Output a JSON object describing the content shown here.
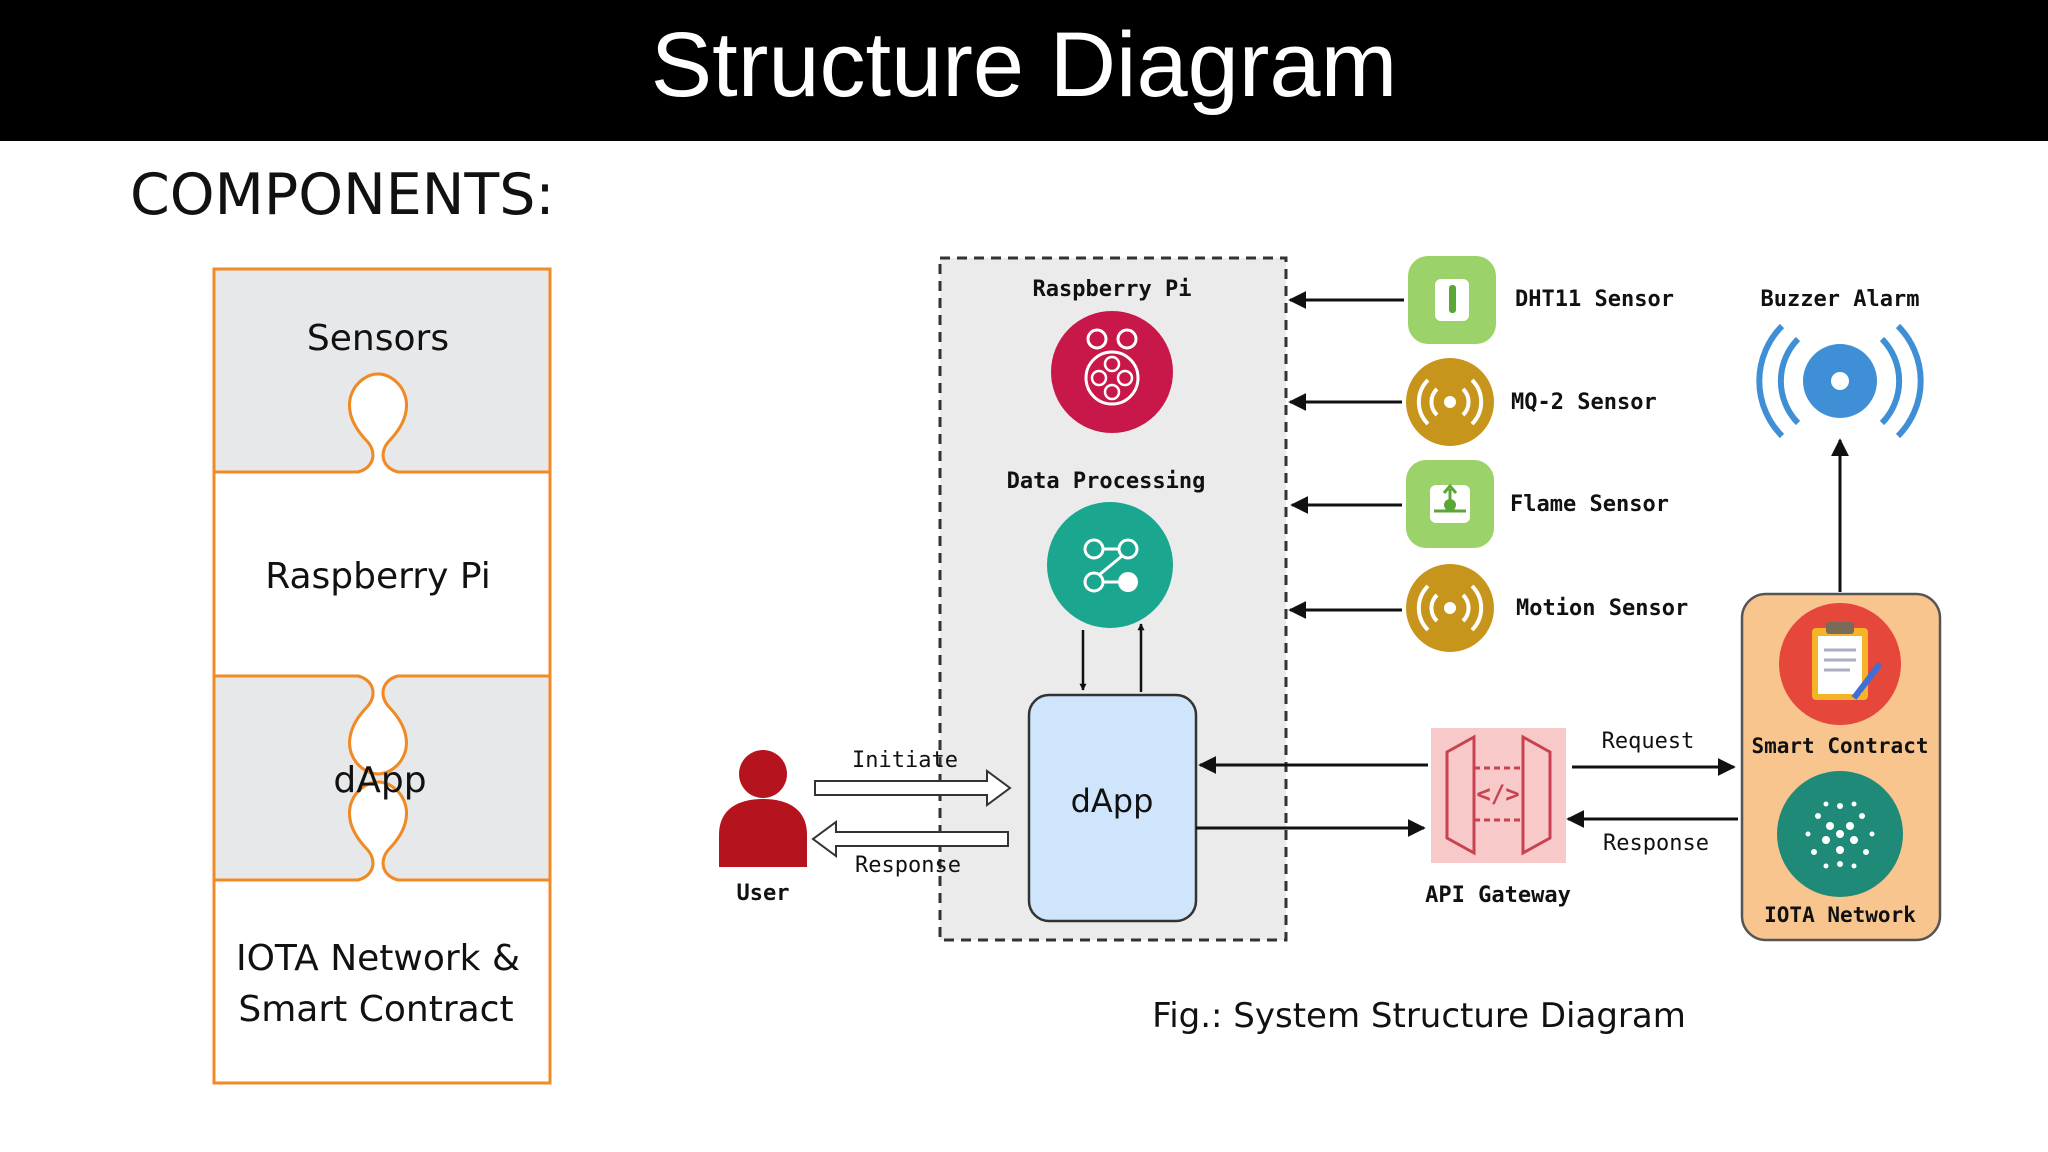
{
  "header": {
    "title": "Structure Diagram"
  },
  "components": {
    "heading": "COMPONENTS:",
    "pieces": [
      "Sensors",
      "Raspberry Pi",
      "dApp"
    ],
    "last_piece": {
      "line1": "IOTA Network &",
      "line2": "Smart Contract"
    }
  },
  "diagram": {
    "raspberry_pi": "Raspberry Pi",
    "data_processing": "Data Processing",
    "dapp": "dApp",
    "user": "User",
    "initiate": "Initiate",
    "response_left": "Response",
    "api_gateway": "API Gateway",
    "request": "Request",
    "response_right": "Response",
    "sensors": [
      "DHT11 Sensor",
      "MQ-2 Sensor",
      "Flame Sensor",
      "Motion Sensor"
    ],
    "buzzer": "Buzzer Alarm",
    "smart_contract": "Smart Contract",
    "iota_network": "IOTA Network",
    "caption": "Fig.: System Structure Diagram"
  },
  "colors": {
    "title_bg": "#000000",
    "puzzle_border": "#f08a24",
    "puzzle_gray": "#e7e8ea",
    "raspberry": "#c8184a",
    "processing": "#1aa68f",
    "dapp_fill": "#cfe5fb",
    "user": "#b5141e",
    "gateway": "#f8c9c9",
    "green_sensor": "#9bd36a",
    "gold_sensor": "#c8951c",
    "buzzer_blue": "#3f8fd6",
    "blockchain_box": "#f9c58f",
    "iota_teal": "#208a78"
  },
  "icons": [
    "thermometer-icon",
    "wave-icon",
    "flame-sensor-icon",
    "motion-icon",
    "raspberry-pi-icon",
    "flow-icon",
    "user-icon",
    "code-icon",
    "buzzer-icon",
    "clipboard-icon",
    "iota-icon"
  ]
}
